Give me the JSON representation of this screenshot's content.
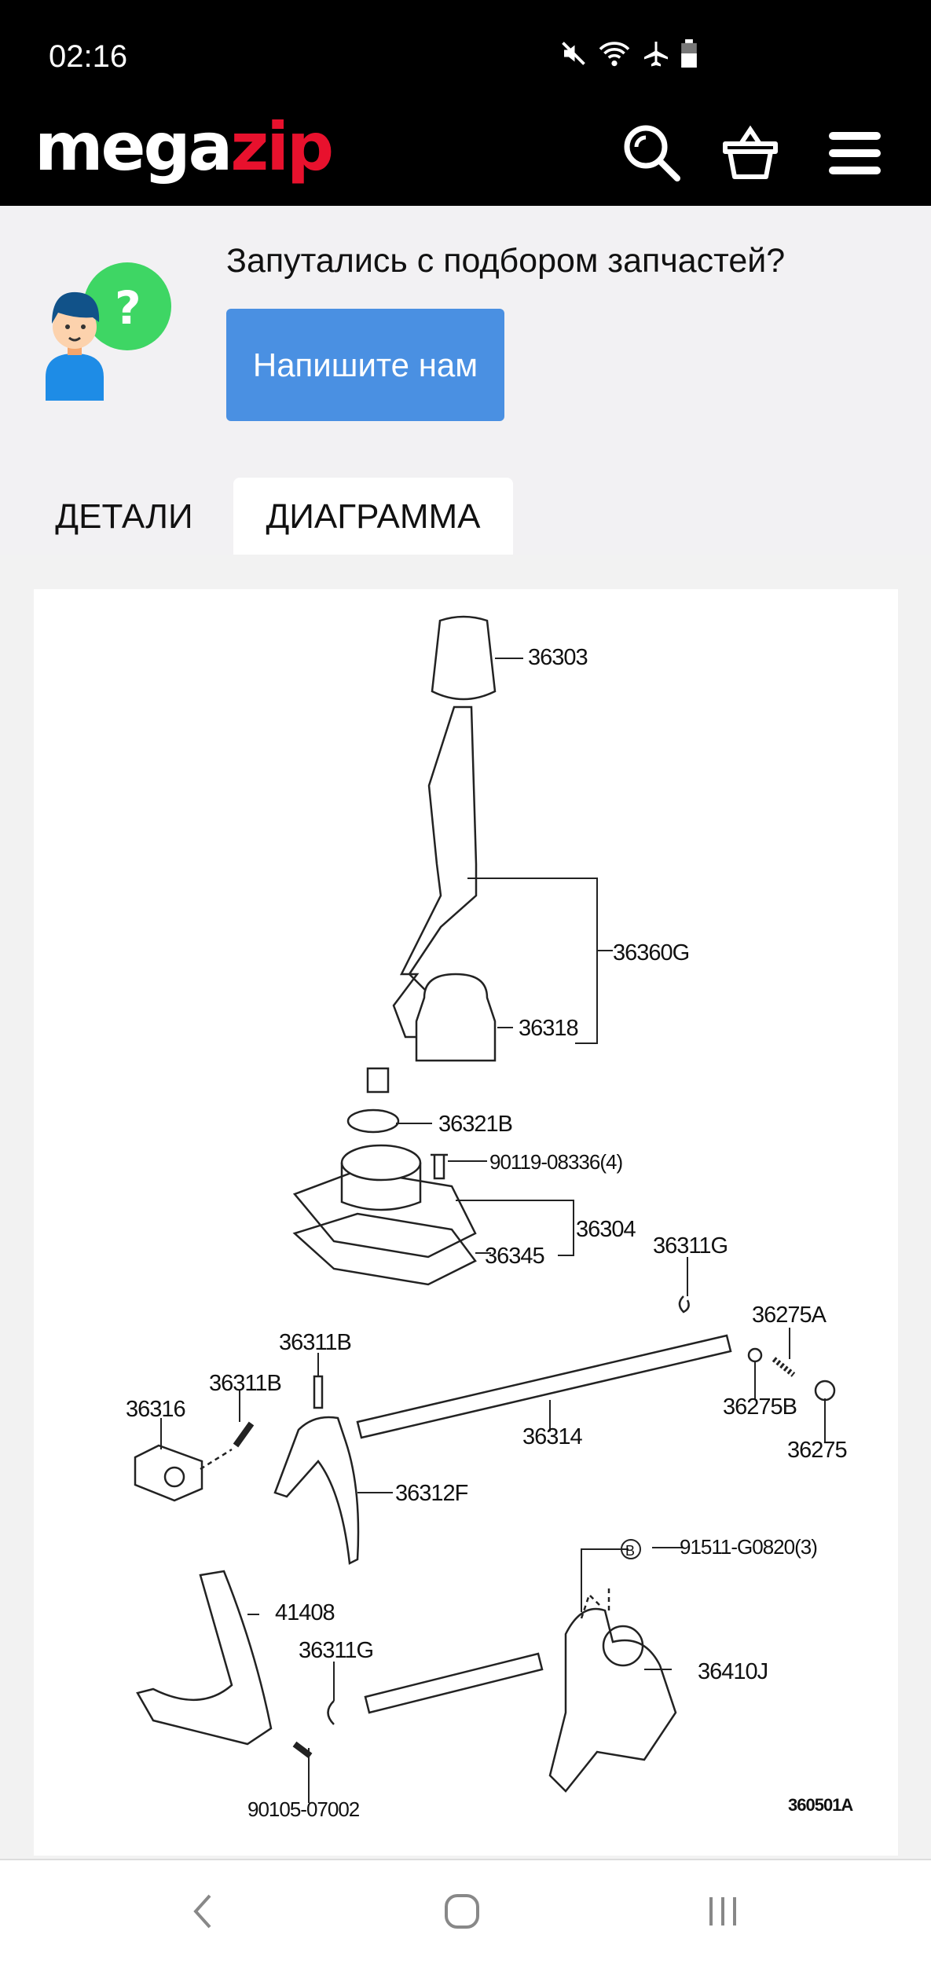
{
  "status_bar": {
    "time": "02:16",
    "icons": [
      "mute-icon",
      "wifi-icon",
      "airplane-icon",
      "battery-icon"
    ]
  },
  "header": {
    "logo_part1": "mega",
    "logo_part2": "zip",
    "icons": [
      "search-icon",
      "basket-icon",
      "menu-icon"
    ],
    "brand_color": "#e8112d"
  },
  "promo": {
    "question": "Запутались с подбором запчастей?",
    "button": "Напишите нам",
    "button_color": "#4a90e2"
  },
  "tabs": [
    {
      "label": "ДЕТАЛИ",
      "active": false
    },
    {
      "label": "ДИАГРАММА",
      "active": true
    }
  ],
  "diagram": {
    "labels": {
      "p36303": "36303",
      "p36360G": "36360G",
      "p36318": "36318",
      "p36321B": "36321B",
      "p90119": "90119-08336(4)",
      "p36304": "36304",
      "p36345": "36345",
      "p36311G_top": "36311G",
      "p36275A": "36275A",
      "p36311B_upper": "36311B",
      "p36311B": "36311B",
      "p36316": "36316",
      "p36314": "36314",
      "p36275B": "36275B",
      "p36275": "36275",
      "p36312F": "36312F",
      "p91511": "91511-G0820(3)",
      "p91511_marker": "B",
      "p41408": "41408",
      "p36311G_low": "36311G",
      "p36410J": "36410J",
      "p90105": "90105-07002",
      "code": "360501A"
    }
  },
  "nav_bar": {
    "icons": [
      "back-icon",
      "home-icon",
      "recents-icon"
    ]
  }
}
